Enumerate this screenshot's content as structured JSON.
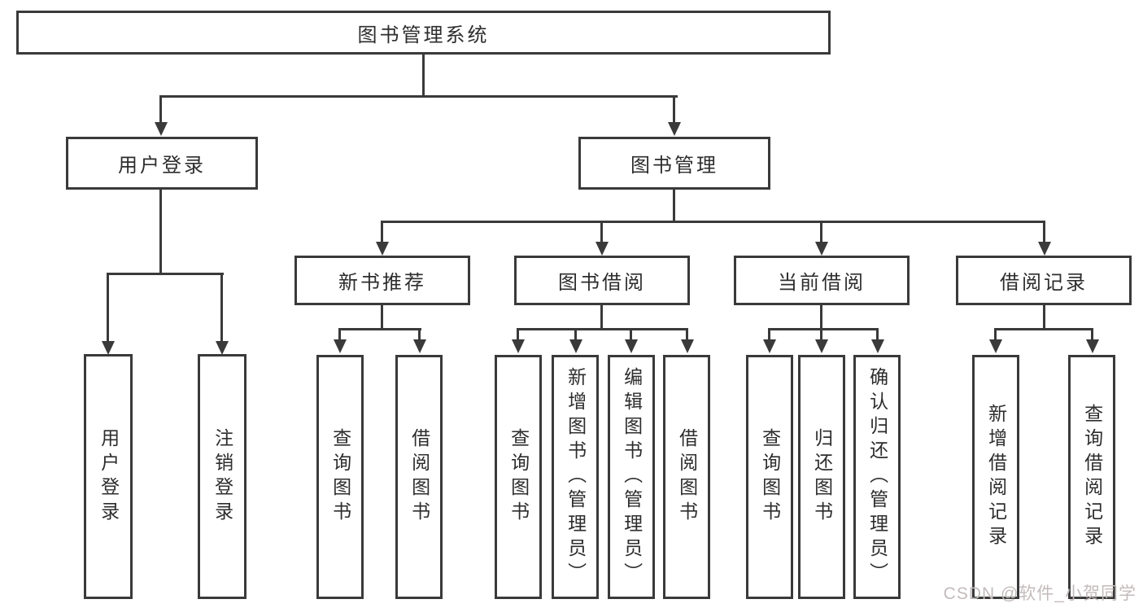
{
  "tree": {
    "root": "图书管理系统",
    "branches": [
      {
        "label": "用户登录",
        "children": [
          "用户登录",
          "注销登录"
        ]
      },
      {
        "label": "图书管理",
        "children": [
          {
            "label": "新书推荐",
            "children": [
              "查询图书",
              "借阅图书"
            ]
          },
          {
            "label": "图书借阅",
            "children": [
              "查询图书",
              "新增图书（管理员）",
              "编辑图书（管理员）",
              "借阅图书"
            ]
          },
          {
            "label": "当前借阅",
            "children": [
              "查询图书",
              "归还图书",
              "确认归还（管理员）"
            ]
          },
          {
            "label": "借阅记录",
            "children": [
              "新增借阅记录",
              "查询借阅记录"
            ]
          }
        ]
      }
    ]
  },
  "watermark": {
    "text": "CSDN @软件_小贺同学"
  },
  "colors": {
    "line": "#3a3a3a",
    "text": "#2d2d2d",
    "background": "#ffffff",
    "watermark": "#c3bbbb"
  }
}
